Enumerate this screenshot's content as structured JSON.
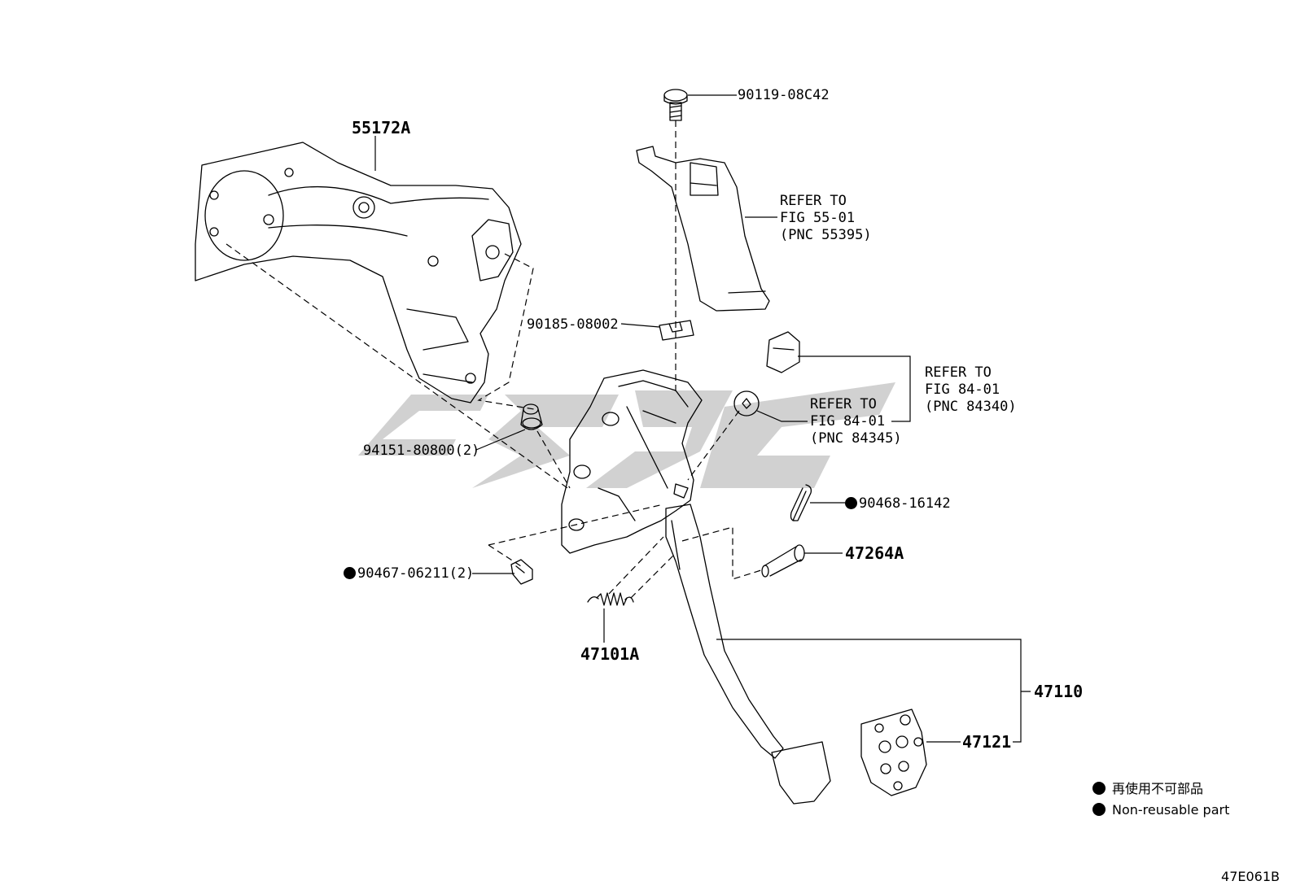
{
  "parts": {
    "p55172A": "55172A",
    "p90119": "90119-08C42",
    "p90185": "90185-08002",
    "p94151": "94151-80800(2)",
    "p90468": "90468-16142",
    "p47264A": "47264A",
    "p90467": "90467-06211(2)",
    "p47101A": "47101A",
    "p47110": "47110",
    "p47121": "47121"
  },
  "refs": {
    "bracket": [
      "REFER TO",
      "FIG 55-01",
      "(PNC 55395)"
    ],
    "stop_pad": [
      "REFER TO",
      "FIG 84-01",
      "(PNC 84340)"
    ],
    "switch": [
      "REFER TO",
      "FIG 84-01",
      "(PNC 84345)"
    ]
  },
  "legend": {
    "jp": "再使用不可部品",
    "en": "Non-reusable part"
  },
  "figure_code": "47E061B",
  "colors": {
    "line": "#000000",
    "watermark": "#c8c8c8",
    "background": "#ffffff"
  },
  "icons": {
    "non_reusable_marker": "filled-circle"
  }
}
